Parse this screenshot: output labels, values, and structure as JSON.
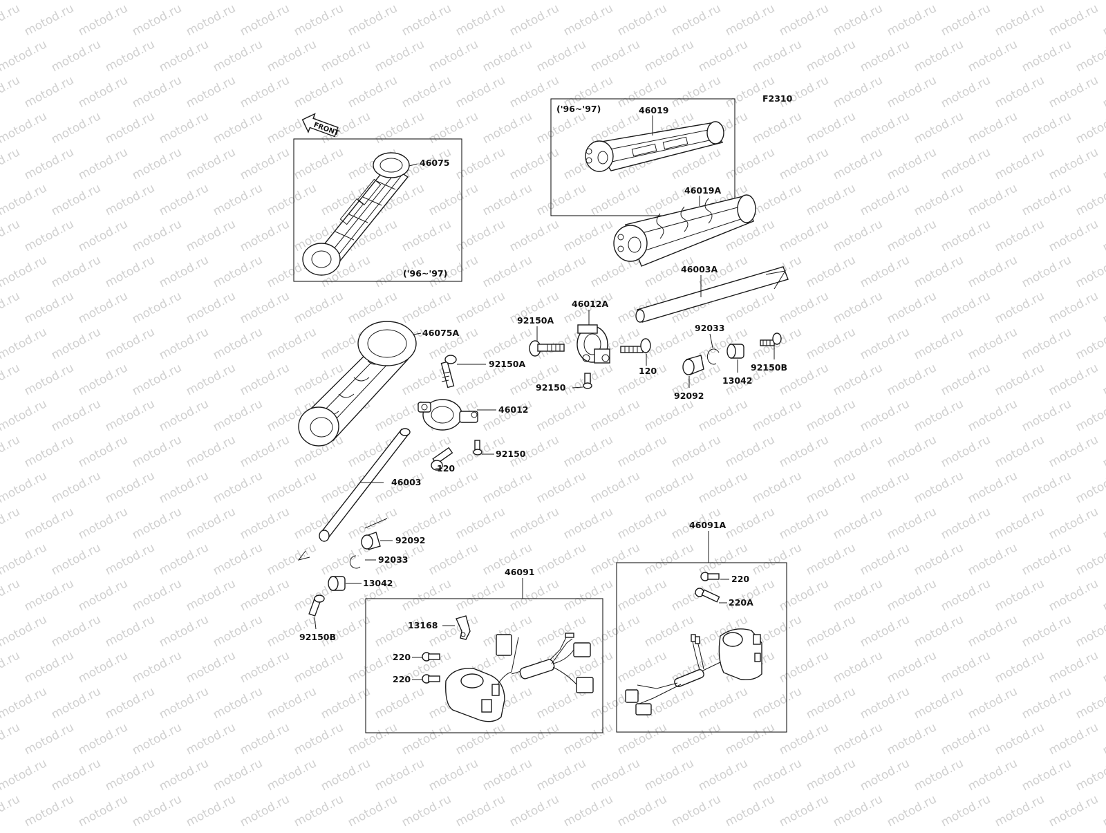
{
  "watermark": "motod.ru",
  "figure_code": "F2310",
  "front_label": "FRONT",
  "parts": {
    "p46075": "46075",
    "p46019": "46019",
    "p46019A": "46019A",
    "p46003A": "46003A",
    "p46012A": "46012A",
    "p92150A_top": "92150A",
    "p46075A": "46075A",
    "p92033_top": "92033",
    "p92150A_mid": "92150A",
    "p120_top": "120",
    "p92150B_top": "92150B",
    "p92150_top": "92150",
    "p13042_top": "13042",
    "p92092_top": "92092",
    "p46012": "46012",
    "p92150_mid": "92150",
    "p120_mid": "120",
    "p46003": "46003",
    "p46091A": "46091A",
    "p92092_low": "92092",
    "p92033_low": "92033",
    "p13042_low": "13042",
    "p46091": "46091",
    "p220_right": "220",
    "p220A": "220A",
    "p92150B_low": "92150B",
    "p13168": "13168",
    "p220_left1": "220",
    "p220_left2": "220"
  },
  "year_notes": {
    "left_box": "('96~'97)",
    "top_box": "('96~'97)"
  }
}
